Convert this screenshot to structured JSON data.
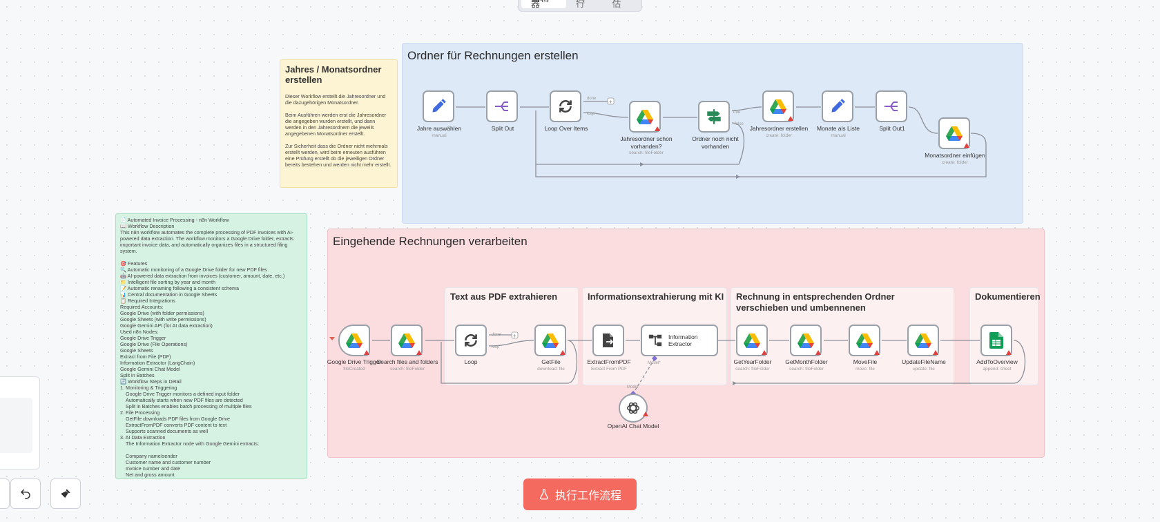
{
  "tabs": [
    "编辑器",
    "执行",
    "评估"
  ],
  "sections": {
    "top": {
      "title": "Ordner für Rechnungen erstellen",
      "color": "#dde9f7"
    },
    "bottom": {
      "title": "Eingehende Rechnungen verarbeiten",
      "color": "#fbdde0"
    },
    "sub_text": "Text aus PDF extrahieren",
    "sub_info": "Informationsextrahierung mit KI",
    "sub_move": "Rechnung in entsprechenden Ordner verschieben und umbennenen",
    "sub_doc": "Dokumentieren"
  },
  "notes": {
    "yellow_title": "Jahres / Monatsordner erstellen",
    "yellow_p1": "Dieser Workflow erstellt die Jahresordner und die dazugehörigen Monatsordner.",
    "yellow_p2": "Beim Ausführen werden erst die Jahresordner die angegeben wurden erstellt, und dann werden in den Jahresordnern die jeweils angegebenen Monatsordner erstellt.",
    "yellow_p3": "Zur Sicherheit dass die Ordner nicht mehrmals erstellt werden, wird beim erneuten ausführen eine Prüfung erstellt ob die jeweiligen Ordner bereits bestehen und werden nicht mehr erstellt.",
    "green_lines": [
      "📄 Automated Invoice Processing - n8n Workflow",
      "📖 Workflow Description",
      "This n8n workflow automates the complete processing of PDF invoices with AI-powered data extraction. The workflow monitors a Google Drive folder, extracts important invoice data, and automatically organizes files in a structured filing system.",
      "",
      "🎯 Features",
      "🔍 Automatic monitoring of a Google Drive folder for new PDF files",
      "🤖 AI-powered data extraction from invoices (customer, amount, date, etc.)",
      "📁 Intelligent file sorting by year and month",
      "📝 Automatic renaming following a consistent schema",
      "📊 Central documentation in Google Sheets",
      "📋 Required Integrations",
      "Required Accounts:",
      "Google Drive (with folder permissions)",
      "Google Sheets (with write permissions)",
      "Google Gemini API (for AI data extraction)",
      "Used n8n Nodes:",
      "Google Drive Trigger",
      "Google Drive (File Operations)",
      "Google Sheets",
      "Extract from File (PDF)",
      "Information Extractor (LangChain)",
      "Google Gemini Chat Model",
      "Split in Batches",
      "🔄 Workflow Steps in Detail",
      "1. Monitoring & Triggering",
      "    Google Drive Trigger monitors a defined input folder",
      "    Automatically starts when new PDF files are detected",
      "    Split in Batches enables batch processing of multiple files",
      "2. File Processing",
      "    GetFile downloads PDF files from Google Drive",
      "    ExtractFromPDF converts PDF content to text",
      "    Supports scanned documents as well",
      "3. AI Data Extraction",
      "    The Information Extractor node with Google Gemini extracts:",
      "",
      "    Company name/sender",
      "    Customer name and customer number",
      "    Invoice number and date",
      "    Net and gross amount"
    ]
  },
  "nodes_top": [
    {
      "id": "jahre",
      "label": "Jahre auswählen",
      "sub": "manual",
      "icon": "pencil-icon"
    },
    {
      "id": "split",
      "label": "Split Out",
      "sub": "",
      "icon": "split-icon"
    },
    {
      "id": "loop",
      "label": "Loop Over Items",
      "sub": "",
      "icon": "loop-icon"
    },
    {
      "id": "jahresvorh",
      "label": "Jahresordner schon vorhanden?",
      "sub": "search: fileFolder",
      "icon": "google-drive-icon"
    },
    {
      "id": "nichtvorh",
      "label": "Ordner noch nicht vorhanden",
      "sub": "",
      "icon": "if-signpost-icon"
    },
    {
      "id": "jahreserst",
      "label": "Jahresordner erstellen",
      "sub": "create: folder",
      "icon": "google-drive-icon"
    },
    {
      "id": "monate",
      "label": "Monate als Liste",
      "sub": "manual",
      "icon": "pencil-icon"
    },
    {
      "id": "split1",
      "label": "Split Out1",
      "sub": "",
      "icon": "split-icon"
    },
    {
      "id": "monatseinf",
      "label": "Monatsordner einfügen",
      "sub": "create: folder",
      "icon": "google-drive-icon"
    }
  ],
  "nodes_bottom": [
    {
      "id": "trigger",
      "label": "Google Drive Trigger",
      "sub": "fileCreated"
    },
    {
      "id": "search",
      "label": "Search files and folders",
      "sub": "search: fileFolder"
    },
    {
      "id": "loop2",
      "label": "Loop",
      "sub": ""
    },
    {
      "id": "getfile",
      "label": "GetFile",
      "sub": "download: file"
    },
    {
      "id": "extract",
      "label": "ExtractFromPDF",
      "sub": "Extract From PDF"
    },
    {
      "id": "infoext",
      "label": "Information Extractor",
      "sub": ""
    },
    {
      "id": "getyear",
      "label": "GetYearFolder",
      "sub": "search: fileFolder"
    },
    {
      "id": "getmonth",
      "label": "GetMonthFolder",
      "sub": "search: fileFolder"
    },
    {
      "id": "move",
      "label": "MoveFile",
      "sub": "move: file"
    },
    {
      "id": "update",
      "label": "UpdateFileName",
      "sub": "update: file"
    },
    {
      "id": "addov",
      "label": "AddToOverview",
      "sub": "append: sheet"
    },
    {
      "id": "openai",
      "label": "OpenAI Chat Model",
      "sub": ""
    }
  ],
  "edge_labels": {
    "done": "done",
    "loop": "loop",
    "true": "true",
    "false": "false",
    "model": "Model",
    "model_star": "Model*"
  },
  "run_button": "执行工作流程",
  "colors": {
    "accent": "#f46a5f",
    "node_border": "#9aa0a8",
    "edge": "#8b9098",
    "warn": "#e04040"
  }
}
